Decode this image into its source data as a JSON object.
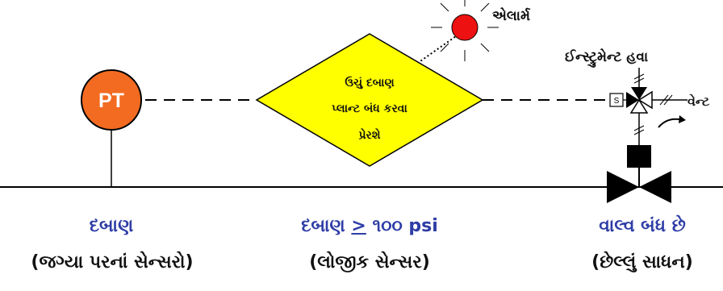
{
  "alarm_label": "એલાર્મ",
  "instrument_air_label": "ઈન્સ્ટ્રુમેન્ટ હવા",
  "vent_label": "વેન્ટ",
  "pt_label": "PT",
  "solenoid_label": "S",
  "diamond_lines": [
    "ઉચું દબાણ",
    "પ્લાન્ટ બંધ કરવા",
    "પ્રેરશે"
  ],
  "columns": [
    {
      "title": "દબાણ",
      "subtitle": "(જગ્યા પરનાં સેન્સરો)"
    },
    {
      "title_pre": "દબાણ ",
      "title_ge": ">",
      "title_post": " ૧૦૦ psi",
      "subtitle": "(લોજીક સેન્સર)"
    },
    {
      "title": "વાલ્વ બંધ છે",
      "subtitle": "(છેલ્લું સાધન)"
    }
  ],
  "colors": {
    "pt_fill": "#f26b21",
    "diamond_fill": "#ffff00",
    "alarm_fill": "#ee1111",
    "title_blue": "#2e3da6"
  }
}
